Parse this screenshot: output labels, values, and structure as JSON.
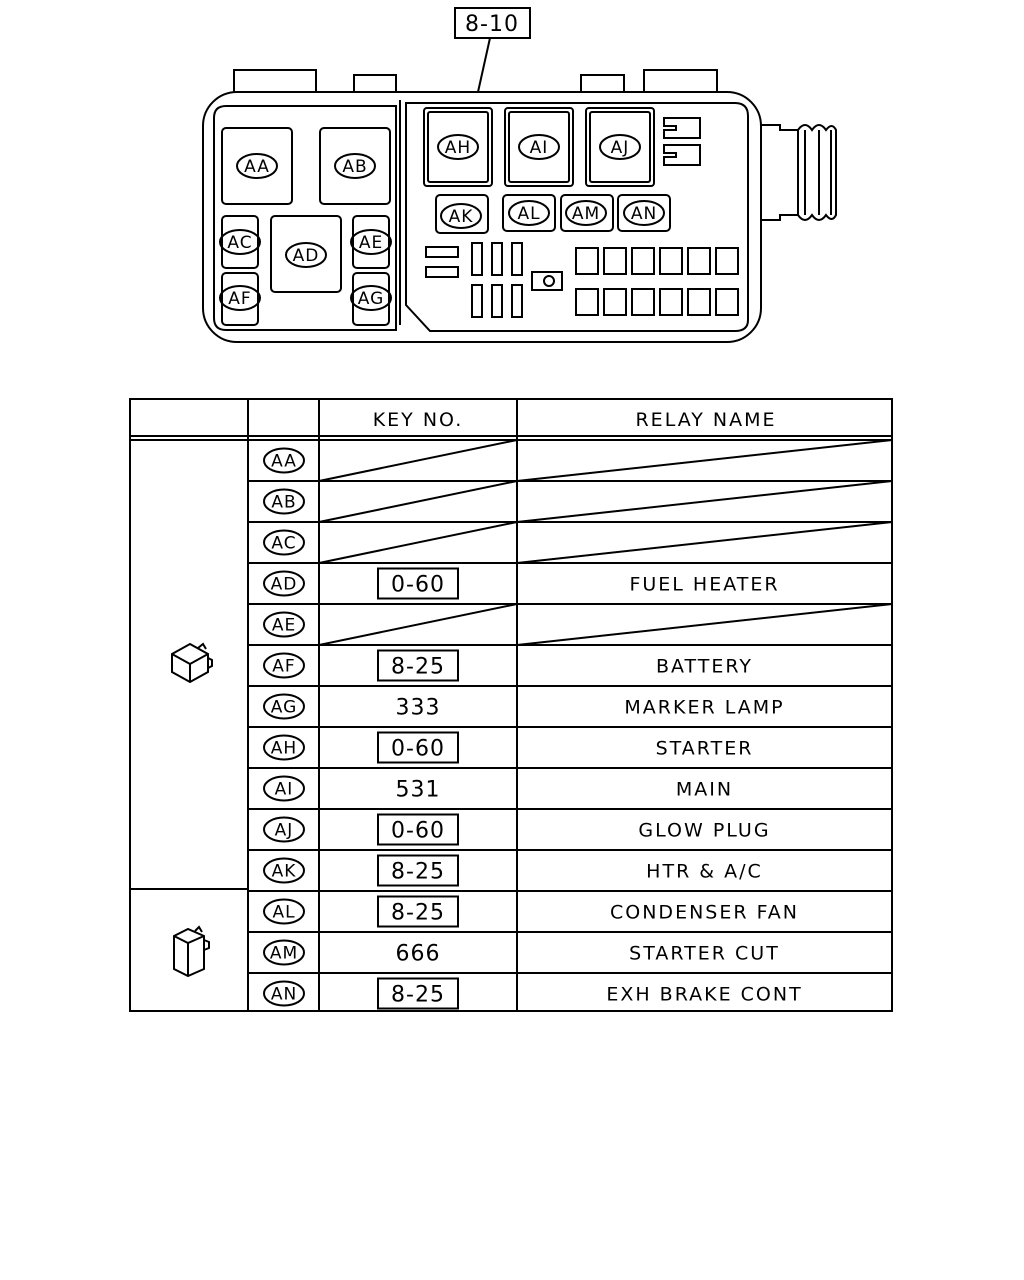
{
  "ref_box": "8-10",
  "box_labels": {
    "AA": "AA",
    "AB": "AB",
    "AC": "AC",
    "AD": "AD",
    "AE": "AE",
    "AF": "AF",
    "AG": "AG",
    "AH": "AH",
    "AI": "AI",
    "AJ": "AJ",
    "AK": "AK",
    "AL": "AL",
    "AM": "AM",
    "AN": "AN"
  },
  "table": {
    "header_key": "KEY NO.",
    "header_relay": "RELAY NAME",
    "rows": [
      {
        "code": "AA",
        "key": "",
        "key_boxed": false,
        "name": "",
        "blank": true
      },
      {
        "code": "AB",
        "key": "",
        "key_boxed": false,
        "name": "",
        "blank": true
      },
      {
        "code": "AC",
        "key": "",
        "key_boxed": false,
        "name": "",
        "blank": true
      },
      {
        "code": "AD",
        "key": "0-60",
        "key_boxed": true,
        "name": "FUEL HEATER",
        "blank": false
      },
      {
        "code": "AE",
        "key": "",
        "key_boxed": false,
        "name": "",
        "blank": true
      },
      {
        "code": "AF",
        "key": "8-25",
        "key_boxed": true,
        "name": "BATTERY",
        "blank": false
      },
      {
        "code": "AG",
        "key": "333",
        "key_boxed": false,
        "name": "MARKER LAMP",
        "blank": false
      },
      {
        "code": "AH",
        "key": "0-60",
        "key_boxed": true,
        "name": "STARTER",
        "blank": false
      },
      {
        "code": "AI",
        "key": "531",
        "key_boxed": false,
        "name": "MAIN",
        "blank": false
      },
      {
        "code": "AJ",
        "key": "0-60",
        "key_boxed": true,
        "name": "GLOW PLUG",
        "blank": false
      },
      {
        "code": "AK",
        "key": "8-25",
        "key_boxed": true,
        "name": "HTR & A/C",
        "blank": false
      },
      {
        "code": "AL",
        "key": "8-25",
        "key_boxed": true,
        "name": "CONDENSER FAN",
        "blank": false
      },
      {
        "code": "AM",
        "key": "666",
        "key_boxed": false,
        "name": "STARTER CUT",
        "blank": false
      },
      {
        "code": "AN",
        "key": "8-25",
        "key_boxed": true,
        "name": "EXH BRAKE CONT",
        "blank": false
      }
    ],
    "groups": [
      {
        "icon": "relay-cube-icon",
        "from": 0,
        "to": 10
      },
      {
        "icon": "relay-tall-icon",
        "from": 11,
        "to": 13
      }
    ]
  }
}
